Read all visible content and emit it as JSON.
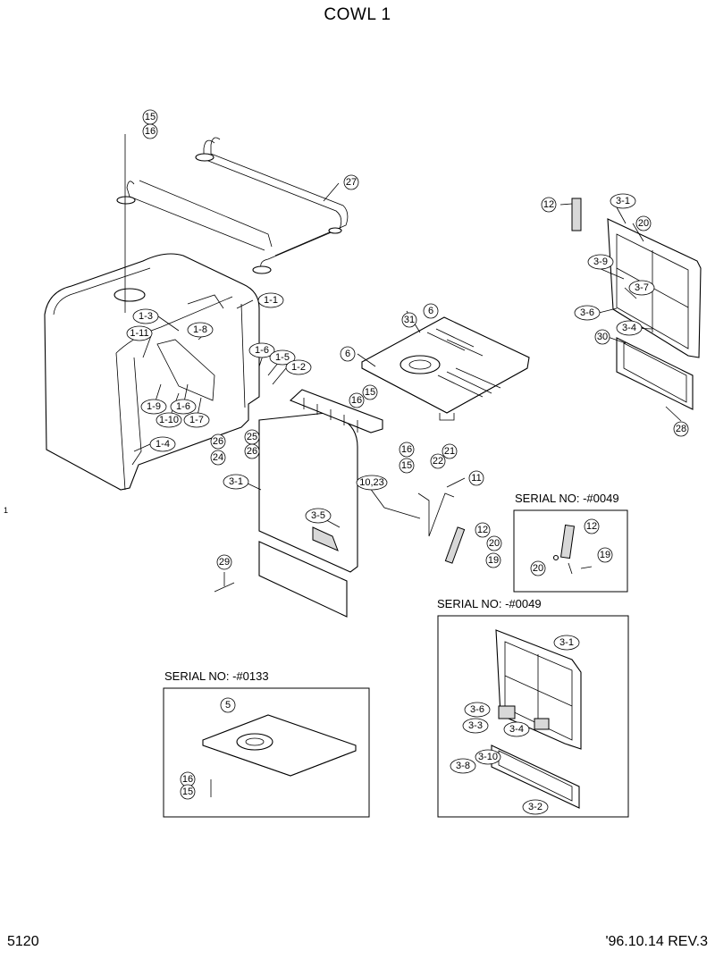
{
  "title": "COWL 1",
  "page_number": "5120",
  "revision": "'96.10.14 REV.3",
  "margin_mark": "1",
  "inset_serial_labels": [
    "SERIAL NO: -#0049",
    "SERIAL NO: -#0049",
    "SERIAL NO: -#0133"
  ],
  "callouts": [
    "15",
    "16",
    "27",
    "12",
    "3-1",
    "20",
    "3-9",
    "3-7",
    "3-6",
    "3-4",
    "30",
    "28",
    "1-1",
    "1-3",
    "1-8",
    "1-11",
    "1-6",
    "1-5",
    "1-2",
    "1-9",
    "1-6",
    "1-10",
    "1-7",
    "1-4",
    "26",
    "24",
    "25",
    "26",
    "6",
    "31",
    "6",
    "16",
    "15",
    "16",
    "15",
    "22",
    "21",
    "11",
    "10,23",
    "3-1",
    "3-5",
    "12",
    "20",
    "19",
    "29",
    "12",
    "20",
    "19",
    "3-1",
    "3-6",
    "3-3",
    "3-4",
    "3-8",
    "3-10",
    "3-2",
    "5",
    "16",
    "15"
  ]
}
